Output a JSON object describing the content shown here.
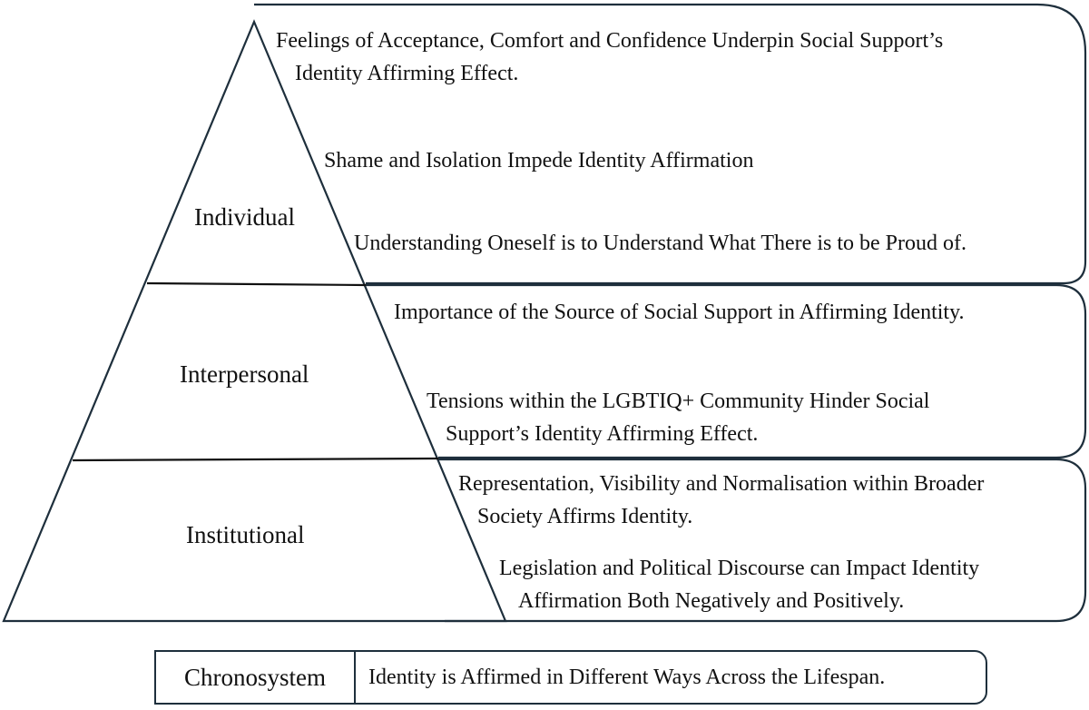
{
  "levels": [
    {
      "label": "Individual",
      "themes": [
        {
          "line1": "Feelings of Acceptance, Comfort and Confidence Underpin Social Support’s",
          "line2": "Identity Affirming Effect."
        },
        {
          "line1": "Shame and Isolation Impede Identity Affirmation"
        },
        {
          "line1": "Understanding Oneself is to Understand What There is to be Proud of."
        }
      ]
    },
    {
      "label": "Interpersonal",
      "themes": [
        {
          "line1": "Importance of the Source of Social Support in Affirming Identity."
        },
        {
          "line1": "Tensions within the LGBTIQ+ Community Hinder Social",
          "line2": "Support’s Identity Affirming Effect."
        }
      ]
    },
    {
      "label": "Institutional",
      "themes": [
        {
          "line1": "Representation, Visibility and Normalisation within Broader",
          "line2": "Society Affirms Identity."
        },
        {
          "line1": "Legislation and Political Discourse can Impact Identity",
          "line2": "Affirmation Both Negatively and Positively."
        }
      ]
    }
  ],
  "chronosystem": {
    "label": "Chronosystem",
    "text": "Identity is Affirmed in Different Ways Across the Lifespan."
  },
  "colors": {
    "outline": "#1e2f3c",
    "text": "#111111",
    "background": "#ffffff"
  }
}
